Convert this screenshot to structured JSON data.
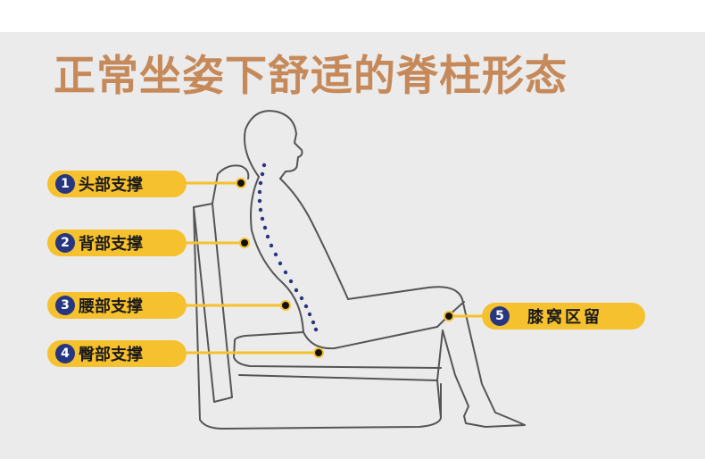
{
  "title": "正常坐姿下舒适的脊柱形态",
  "labels": [
    {
      "num": "1",
      "text": "头部支撑"
    },
    {
      "num": "2",
      "text": "背部支撑"
    },
    {
      "num": "3",
      "text": "腰部支撑"
    },
    {
      "num": "4",
      "text": "臀部支撑"
    },
    {
      "num": "5",
      "text": "膝窝区留"
    }
  ],
  "colors": {
    "background": "#ebebeb",
    "title": "#c5895a",
    "label_fill": "#f6c12e",
    "badge": "#263680",
    "outline": "#555555",
    "spine_dots": "#26357f"
  },
  "icons": [
    "chair-outline",
    "seated-person-outline",
    "spine-dots"
  ]
}
